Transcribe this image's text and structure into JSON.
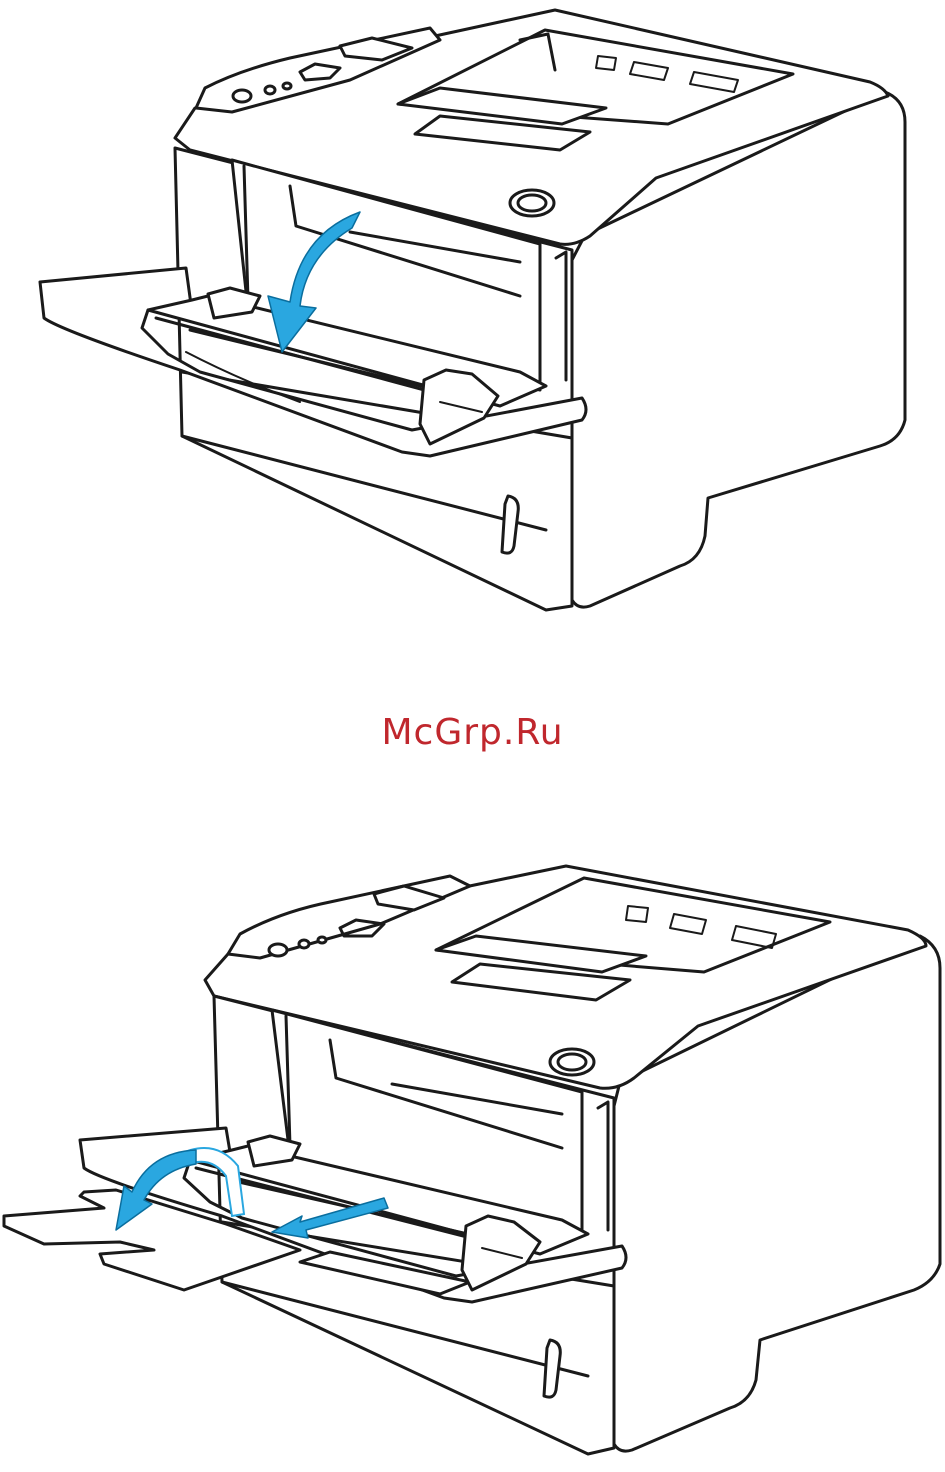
{
  "watermark": {
    "text": "McGrp.Ru",
    "color": "#c0272d"
  },
  "colors": {
    "line": "#1a1a1a",
    "arrow_fill": "#2aa7e0",
    "arrow_stroke": "#0a6e9e",
    "background": "#ffffff"
  },
  "figures": [
    {
      "name": "printer-open-mp-tray",
      "arrow_icon": "arrow-curved-down-icon"
    },
    {
      "name": "printer-extend-tray-support",
      "arrow_icons": [
        "arrow-curved-left-icon",
        "arrow-straight-left-icon"
      ]
    }
  ]
}
